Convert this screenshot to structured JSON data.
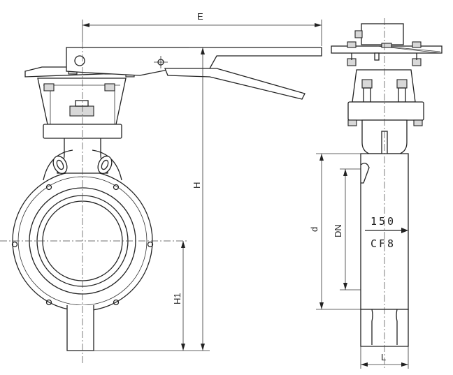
{
  "dimensions": {
    "E": "E",
    "H": "H",
    "H1": "H1",
    "d": "d",
    "DN": "DN",
    "L": "L"
  },
  "body_marking": {
    "line1": "150",
    "line2": "CF8"
  }
}
